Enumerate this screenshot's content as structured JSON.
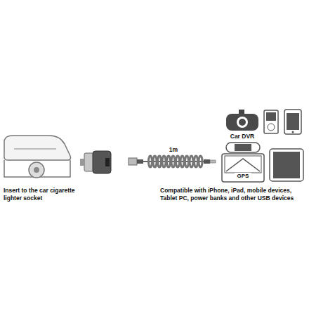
{
  "diagram": {
    "labels": [
      "Insert to the car cigarette lighter socket",
      "1m",
      "Car DVR",
      "GPS",
      "Compatible with iPhone, iPad, mobile devices, Tablet PC, power banks and other USB devices"
    ]
  }
}
